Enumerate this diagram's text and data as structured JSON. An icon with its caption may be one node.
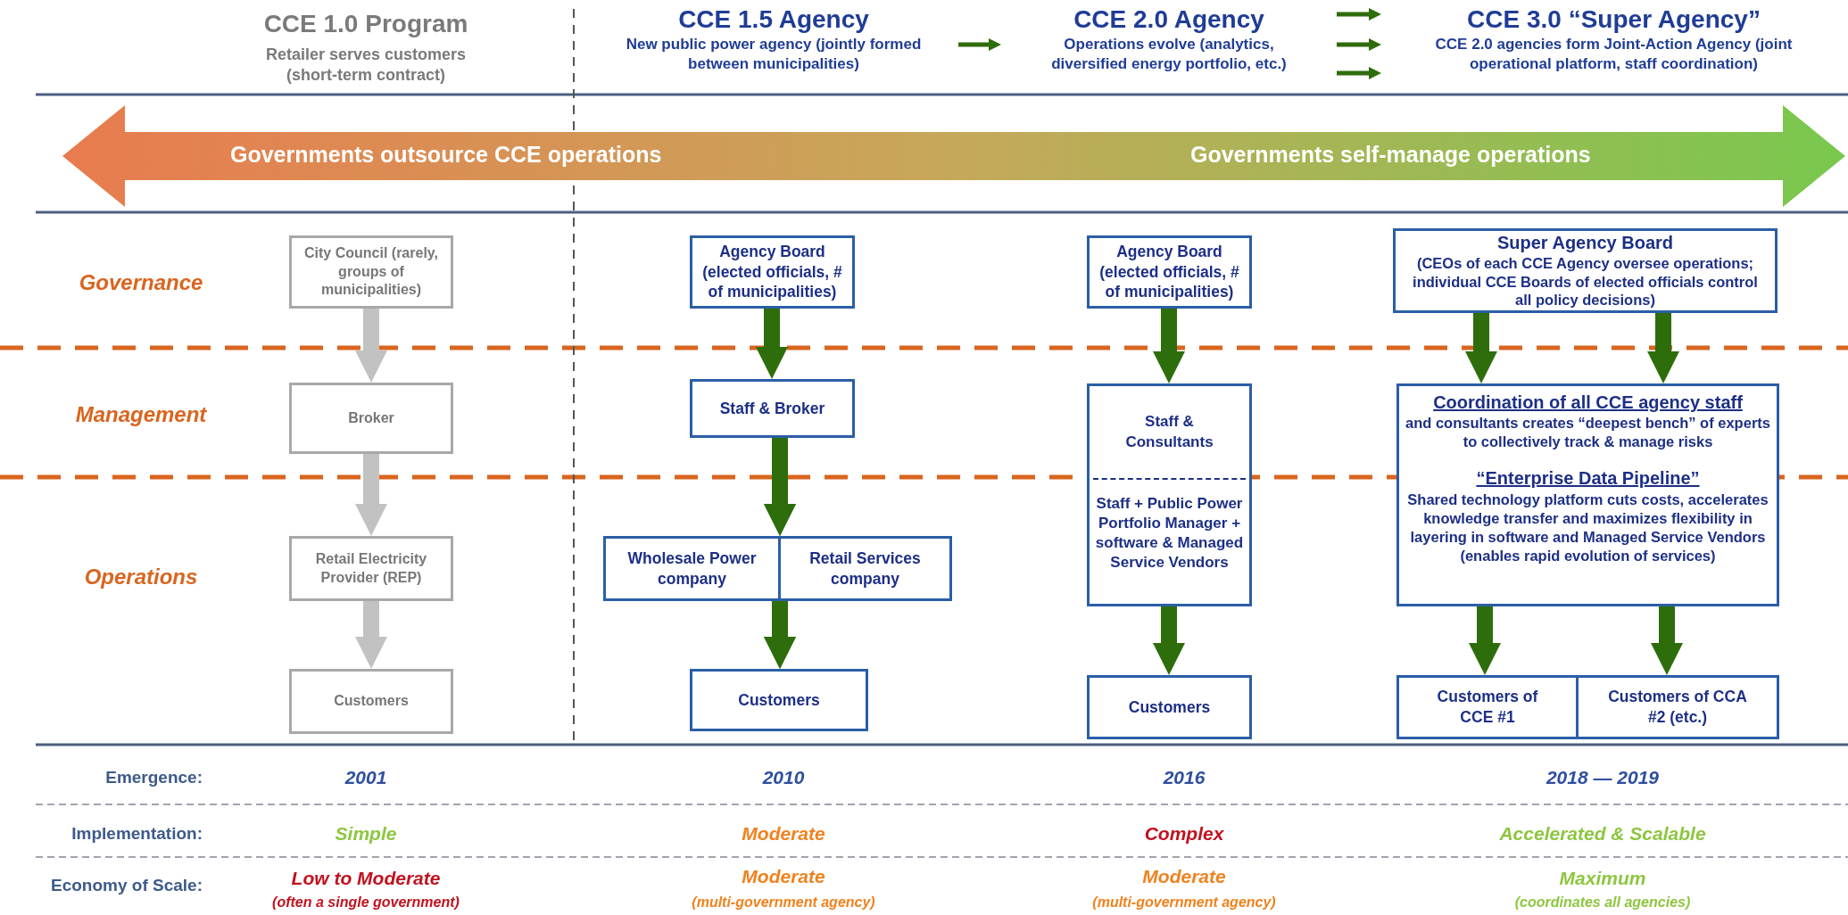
{
  "diagram": {
    "nodes": [
      {
        "text": [
          "CCE 1.5 Agency",
          "New public power agency (jointly formed between municipalities)"
        ]
      },
      {
        "text": [
          "CCE 2.0 Agency",
          "Operations evolve (analytics, diversified energy portfolio, etc.)"
        ]
      },
      {
        "text": [
          "CCE 3.0 “Super Agency”",
          "CCE 2.0 agencies form Joint-Action Agency (joint operational platform, staff coordination)"
        ]
      },
      {
        "text": [
          "Governments outsource CCE operations",
          "Governments self-manage operations"
        ]
      },
      {
        "text": [
          "City Council (rarely, groups of municipalities)"
        ]
      },
      {
        "text": [
          "Broker"
        ]
      },
      {
        "text": [
          "Retail Electricity Provider (REP)"
        ]
      },
      {
        "text": [
          "Customers"
        ]
      },
      {
        "text": [
          "Agency Board (elected officials, # of municipalities)"
        ]
      },
      {
        "text": [
          "Staff & Broker"
        ]
      },
      {
        "text": [
          "Wholesale Power company"
        ]
      },
      {
        "text": [
          "Retail Services company"
        ]
      },
      {
        "text": [
          "Customers"
        ]
      },
      {
        "text": [
          "Agency Board (elected officials, # of municipalities)"
        ]
      },
      {
        "text": [
          "Staff & Consultants",
          "Staff + Public Power Portfolio Manager + software & Managed Service Vendors"
        ]
      },
      {
        "text": [
          "Customers"
        ]
      },
      {
        "text": [
          "Super Agency Board",
          "(CEOs of each CCE Agency oversee operations; individual CCE Boards of elected officials control all policy decisions)"
        ]
      },
      {
        "text": [
          "Coordination of all CCE agency staff",
          "and consultants creates “deepest bench” of experts to collectively track & manage risks",
          "“Enterprise Data Pipeline”",
          "Shared technology platform cuts costs, accelerates knowledge transfer and maximizes flexibility in layering in software and Managed Service Vendors (enables rapid evolution of services)"
        ]
      },
      {
        "text": [
          "Customers of CCE #1"
        ]
      },
      {
        "text": [
          "Customers of CCA #2 (etc.)"
        ]
      }
    ],
    "edges": [
      {
        "from": 0,
        "to": 1,
        "arrow": "to"
      },
      {
        "from": 1,
        "to": 2,
        "arrow": "to"
      },
      {
        "from": 1,
        "to": 2,
        "arrow": "to"
      },
      {
        "from": 1,
        "to": 2,
        "arrow": "to"
      },
      {
        "from": 4,
        "to": 5,
        "arrow": "to",
        "color": "#c2c2c2"
      },
      {
        "from": 5,
        "to": 6,
        "arrow": "to",
        "color": "#c2c2c2"
      },
      {
        "from": 6,
        "to": 7,
        "arrow": "to",
        "color": "#c2c2c2"
      },
      {
        "from": 8,
        "to": 9,
        "arrow": "to"
      },
      {
        "from": 9,
        "to": 10,
        "arrow": "to"
      },
      {
        "from": 9,
        "to": 11,
        "arrow": "to"
      },
      {
        "from": 10,
        "to": 12,
        "arrow": "to"
      },
      {
        "from": 11,
        "to": 12,
        "arrow": "to"
      },
      {
        "from": 13,
        "to": 14,
        "arrow": "to"
      },
      {
        "from": 14,
        "to": 15,
        "arrow": "to"
      },
      {
        "from": 16,
        "to": 17,
        "arrow": "to"
      },
      {
        "from": 16,
        "to": 17,
        "arrow": "to"
      },
      {
        "from": 17,
        "to": 18,
        "arrow": "to"
      },
      {
        "from": 17,
        "to": 19,
        "arrow": "to"
      }
    ],
    "labels": [
      "CCE 1.0 Program",
      "Retailer serves customers (short-term contract)",
      "Governance",
      "Management",
      "Operations",
      "Emergence:",
      "2001",
      "2010",
      "2016",
      "2018 — 2019",
      "Implementation:",
      "Simple",
      "Moderate",
      "Complex",
      "Accelerated & Scalable",
      "Economy of Scale:",
      "Low to Moderate",
      "(often a single government)",
      "Moderate",
      "(multi-government agency)",
      "Moderate",
      "(multi-government agency)",
      "Maximum",
      "(coordinates all agencies)"
    ]
  }
}
